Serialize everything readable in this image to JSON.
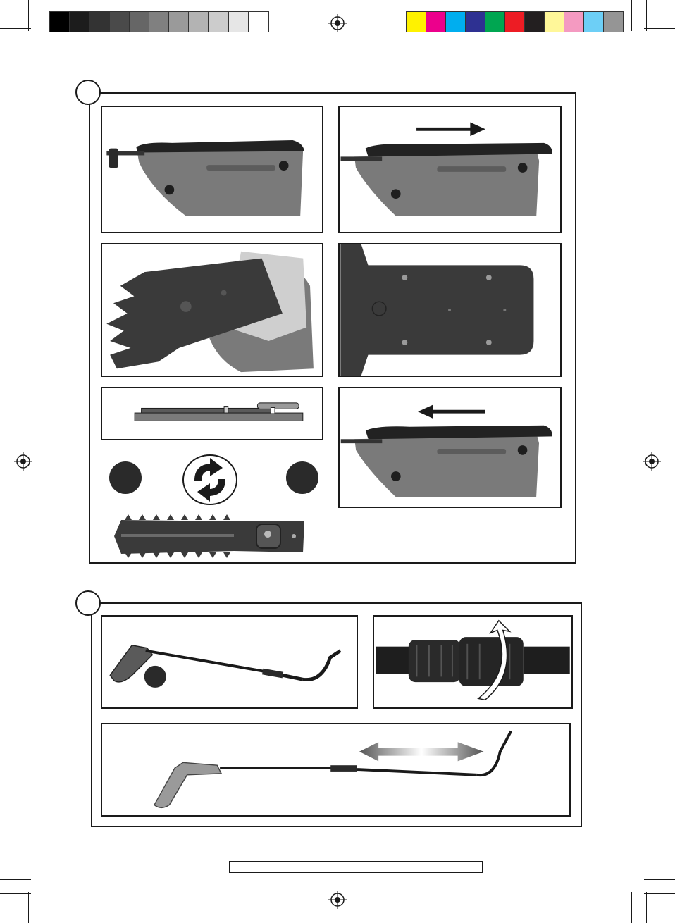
{
  "print_marks": {
    "grayscale_bar": [
      "#000000",
      "#1c1c1c",
      "#333333",
      "#4a4a4a",
      "#666666",
      "#808080",
      "#9a9a9a",
      "#b3b3b3",
      "#cccccc",
      "#e6e6e6",
      "#ffffff"
    ],
    "color_bar": [
      "#fff200",
      "#ec008c",
      "#00aeef",
      "#2e3192",
      "#00a651",
      "#ed1c24",
      "#231f20",
      "#fff799",
      "#f49ac1",
      "#6dcff6",
      "#959595"
    ]
  },
  "colors": {
    "tool_body": "#7a7a7a",
    "blade": "#3a3a3a",
    "frame_line": "#1a1a1a"
  },
  "figures": {
    "fig1_panels": [
      "blade-lock-closed",
      "blade-slide-right",
      "blade-lift-off",
      "blade-plate",
      "blade-slider-detail",
      "blade-slide-left"
    ],
    "fig1_extra": [
      "indicator-dot-left",
      "exchange-arrows-icon",
      "indicator-dot-right",
      "hedge-blade"
    ],
    "fig2_panels": [
      "extension-pole",
      "pole-twist-lock",
      "extended-pole"
    ]
  },
  "footer": {
    "text": ""
  }
}
